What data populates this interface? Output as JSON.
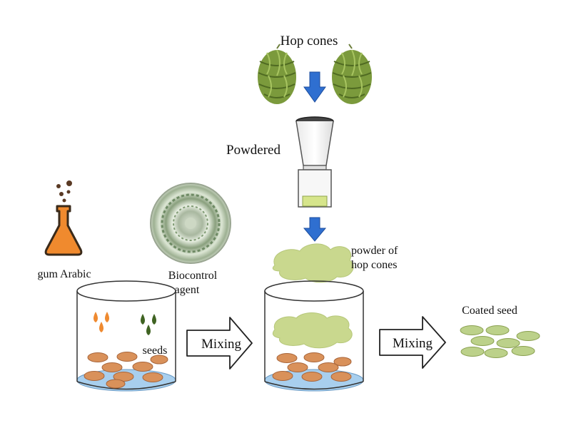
{
  "labels": {
    "hop_cones": "Hop cones",
    "powdered": "Powdered",
    "powder_line1": "powder of",
    "powder_line2": "hop cones",
    "gum_arabic": "gum Arabic",
    "biocontrol_line1": "Biocontrol",
    "biocontrol_line2": "agent",
    "seeds": "seeds",
    "mixing_1": "Mixing",
    "mixing_2": "Mixing",
    "coated_seed": "Coated seed"
  },
  "colors": {
    "arrow_blue": "#2f6fd0",
    "hop_green": "#8aa848",
    "powder_green": "#c9d88e",
    "seed_orange": "#d9915a",
    "coated_seed_green": "#bcd18a",
    "flask_orange": "#f08a2e",
    "drop_orange": "#ef8a30",
    "drop_green": "#3f6322",
    "water_blue": "#a8cfee"
  },
  "icons": {
    "hop": "hop-cone-icon",
    "grinder": "grinder-icon",
    "flask": "flask-icon",
    "petri": "petri-dish-icon"
  }
}
